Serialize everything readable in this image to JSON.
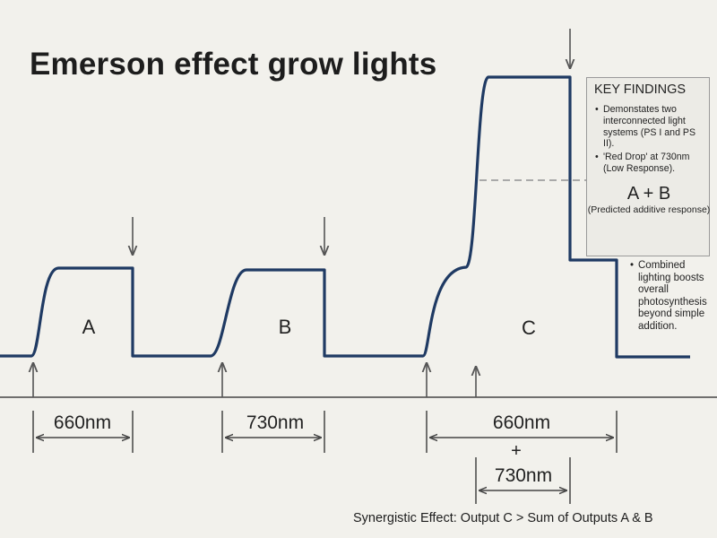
{
  "title": "Emerson effect grow lights",
  "panels": [
    {
      "label": "A",
      "response": "low",
      "wavelengths": [
        "660nm"
      ]
    },
    {
      "label": "B",
      "response": "low",
      "wavelengths": [
        "730nm"
      ]
    },
    {
      "label": "C",
      "response": "high",
      "wavelengths": [
        "660nm",
        "730nm"
      ],
      "combiner": "+"
    }
  ],
  "wavelength_labels": {
    "a": "660nm",
    "b": "730nm",
    "c1": "660nm",
    "plus": "+",
    "c2": "730nm"
  },
  "key_findings": {
    "heading": "KEY FINDINGS",
    "bullet_char": "•",
    "items": [
      "Demonstates two interconnected light systems (PS I and PS II).",
      "'Red Drop' at 730nm (Low Response)."
    ],
    "additive_label": "A + B",
    "additive_sub": "(Predicted additive response)",
    "mini_chart_colors": [
      "#5b6fa6",
      "#8ec7ad",
      "#d97b79"
    ],
    "combined_note": "Combined lighting boosts overall photosynthesis beyond simple addition."
  },
  "footer": "Synergistic Effect: Output C > Sum of Outputs A & B",
  "colors": {
    "background": "#f2f1ec",
    "curve": "#1f3a63",
    "arrow": "#555555",
    "axis": "#444444",
    "dashed_level": "#a9a9a9"
  }
}
